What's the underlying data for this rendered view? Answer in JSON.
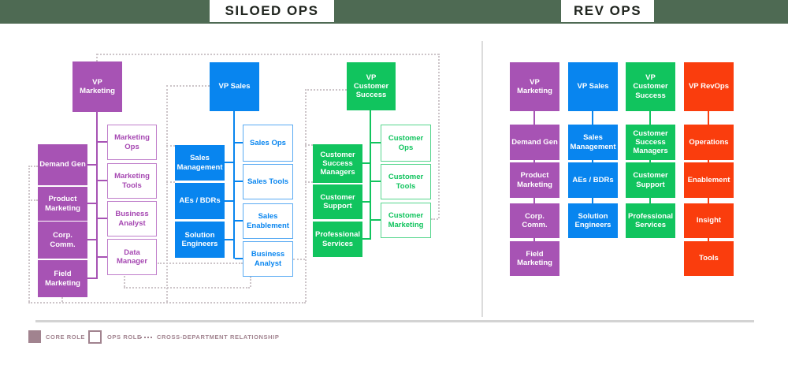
{
  "banner": {
    "siloed_title": "SILOED OPS",
    "revops_title": "REV OPS",
    "bg_color": "#4e6a53"
  },
  "colors": {
    "marketing": "#a753b4",
    "sales": "#0885ef",
    "customer_success": "#11c45e",
    "revops": "#fa3d0d",
    "legend": "#a1838f",
    "dotted_relationship": "#cdc5c9"
  },
  "siloed": {
    "departments": [
      {
        "vp": "VP Marketing",
        "core": [
          "Demand Gen",
          "Product Marketing",
          "Corp. Comm.",
          "Field Marketing"
        ],
        "ops": [
          "Marketing Ops",
          "Marketing Tools",
          "Business Analyst",
          "Data Manager"
        ]
      },
      {
        "vp": "VP Sales",
        "core": [
          "Sales Management",
          "AEs / BDRs",
          "Solution Engineers"
        ],
        "ops": [
          "Sales Ops",
          "Sales Tools",
          "Sales Enablement",
          "Business Analyst"
        ]
      },
      {
        "vp": "VP Customer Success",
        "core": [
          "Customer Success Managers",
          "Customer Support",
          "Professional Services"
        ],
        "ops": [
          "Customer Ops",
          "Customer Tools",
          "Customer Marketing"
        ]
      }
    ]
  },
  "revops": {
    "columns": [
      {
        "vp": "VP Marketing",
        "items": [
          "Demand Gen",
          "Product Marketing",
          "Corp. Comm.",
          "Field Marketing"
        ]
      },
      {
        "vp": "VP Sales",
        "items": [
          "Sales Management",
          "AEs / BDRs",
          "Solution Engineers"
        ]
      },
      {
        "vp": "VP Customer Success",
        "items": [
          "Customer Success Managers",
          "Customer Support",
          "Professional Services"
        ]
      },
      {
        "vp": "VP RevOps",
        "items": [
          "Operations",
          "Enablement",
          "Insight",
          "Tools"
        ]
      }
    ]
  },
  "legend": {
    "core_role": "CORE ROLE",
    "ops_role": "OPS ROLE",
    "cross_department": "CROSS-DEPARTMENT RELATIONSHIP"
  }
}
